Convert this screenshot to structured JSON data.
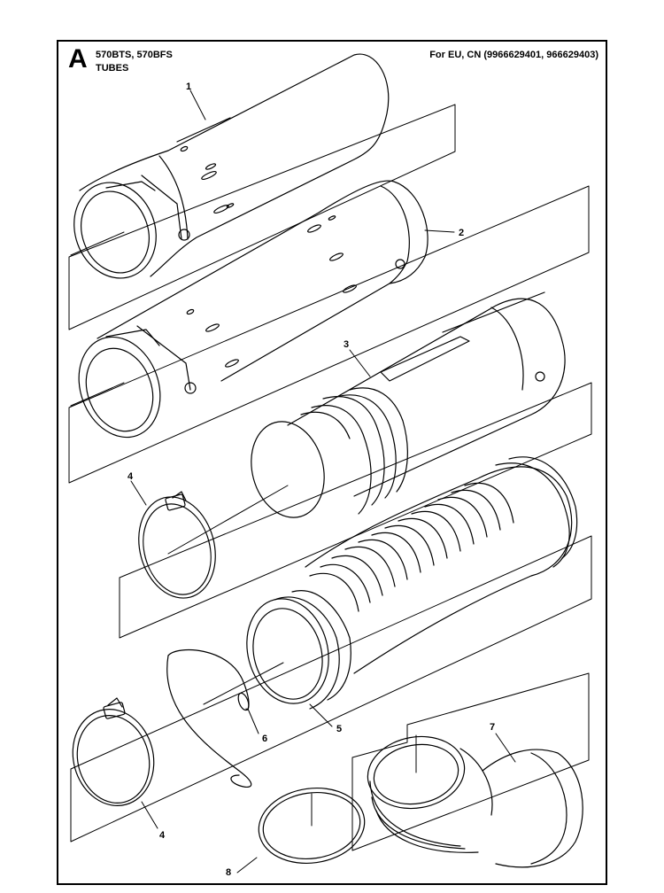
{
  "header": {
    "section_letter": "A",
    "model": "570BTS, 570BFS",
    "subtitle": "TUBES",
    "market": "For EU, CN (9966629401, 966629403)"
  },
  "callouts": [
    {
      "id": "c1",
      "text": "1"
    },
    {
      "id": "c2",
      "text": "2"
    },
    {
      "id": "c3",
      "text": "3"
    },
    {
      "id": "c4a",
      "text": "4"
    },
    {
      "id": "c5",
      "text": "5"
    },
    {
      "id": "c6",
      "text": "6"
    },
    {
      "id": "c4b",
      "text": "4"
    },
    {
      "id": "c7",
      "text": "7"
    },
    {
      "id": "c8",
      "text": "8"
    }
  ],
  "colors": {
    "line": "#000000",
    "background": "#ffffff"
  }
}
